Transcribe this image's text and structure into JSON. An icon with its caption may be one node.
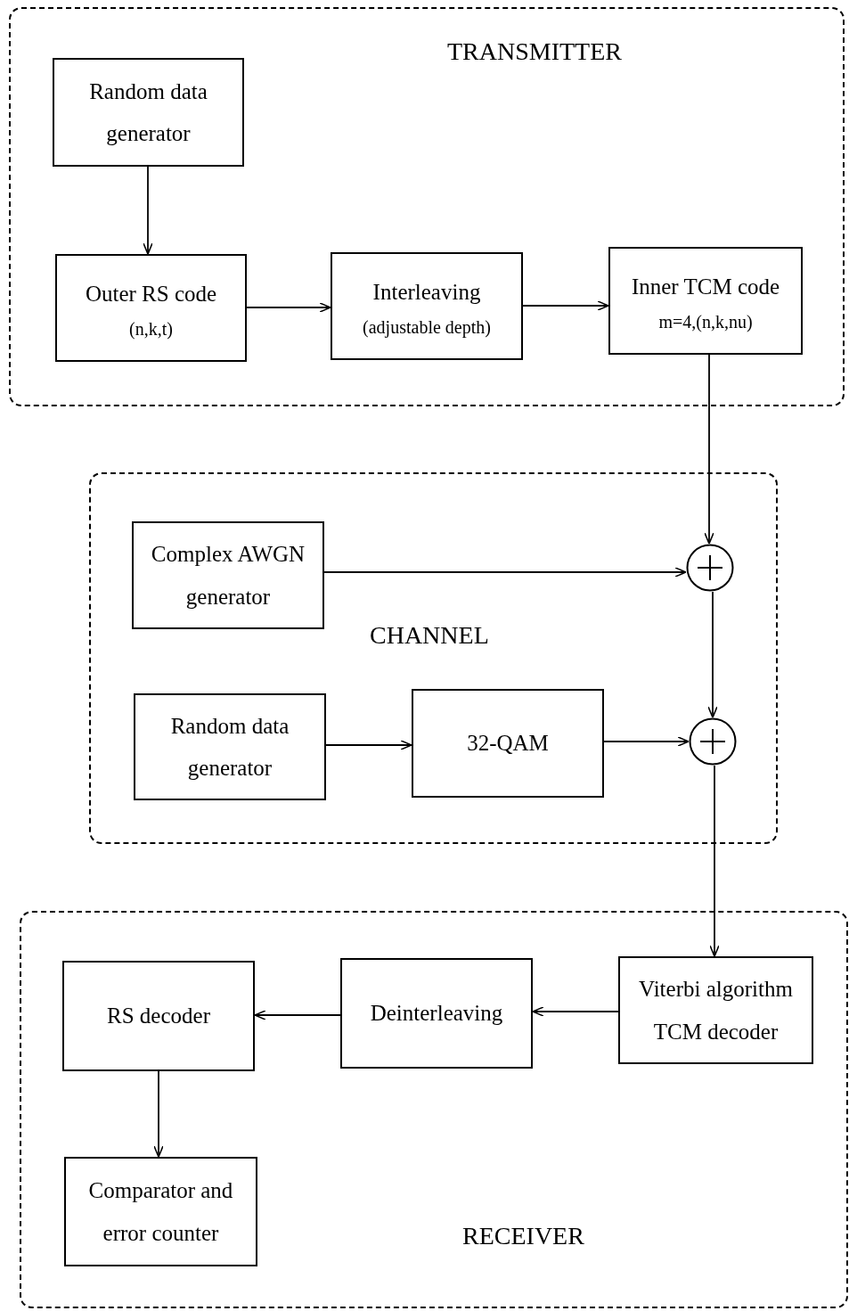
{
  "diagram": {
    "nodes": [
      {
        "text": [
          "TRANSMITTER"
        ]
      },
      {
        "text": [
          "Random data generator"
        ],
        "in": 0
      },
      {
        "text": [
          "Outer RS code",
          "(n,k,t)"
        ],
        "in": 0
      },
      {
        "text": [
          "Interleaving",
          "(adjustable depth)"
        ],
        "in": 0
      },
      {
        "text": [
          "Inner TCM code",
          "m=4,(n,k,nu)"
        ],
        "in": 0
      },
      {
        "text": [
          "CHANNEL"
        ]
      },
      {
        "text": [
          "Complex AWGN generator"
        ],
        "in": 5
      },
      {
        "text": [],
        "shape": "circle",
        "in": 5
      },
      {
        "text": [
          "Random data generator"
        ],
        "in": 5
      },
      {
        "text": [
          "32-QAM"
        ],
        "in": 5
      },
      {
        "text": [],
        "shape": "circle",
        "in": 5
      },
      {
        "text": [
          "RECEIVER"
        ]
      },
      {
        "text": [
          "Viterbi algorithm TCM decoder"
        ],
        "in": 11
      },
      {
        "text": [
          "Deinterleaving"
        ],
        "in": 11
      },
      {
        "text": [
          "RS decoder"
        ],
        "in": 11
      },
      {
        "text": [
          "Comparator and error counter"
        ],
        "in": 11
      }
    ],
    "edges": [
      {
        "from": 1,
        "to": 2,
        "arrow": "to"
      },
      {
        "from": 2,
        "to": 3,
        "arrow": "to"
      },
      {
        "from": 3,
        "to": 4,
        "arrow": "to"
      },
      {
        "from": 4,
        "to": 7,
        "arrow": "to"
      },
      {
        "from": 6,
        "to": 7,
        "arrow": "to"
      },
      {
        "from": 7,
        "to": 10,
        "arrow": "to"
      },
      {
        "from": 8,
        "to": 9,
        "arrow": "to"
      },
      {
        "from": 9,
        "to": 10,
        "arrow": "to"
      },
      {
        "from": 10,
        "to": 12,
        "arrow": "to"
      },
      {
        "from": 12,
        "to": 13,
        "arrow": "to"
      },
      {
        "from": 13,
        "to": 14,
        "arrow": "to"
      },
      {
        "from": 14,
        "to": 15,
        "arrow": "to"
      }
    ]
  }
}
